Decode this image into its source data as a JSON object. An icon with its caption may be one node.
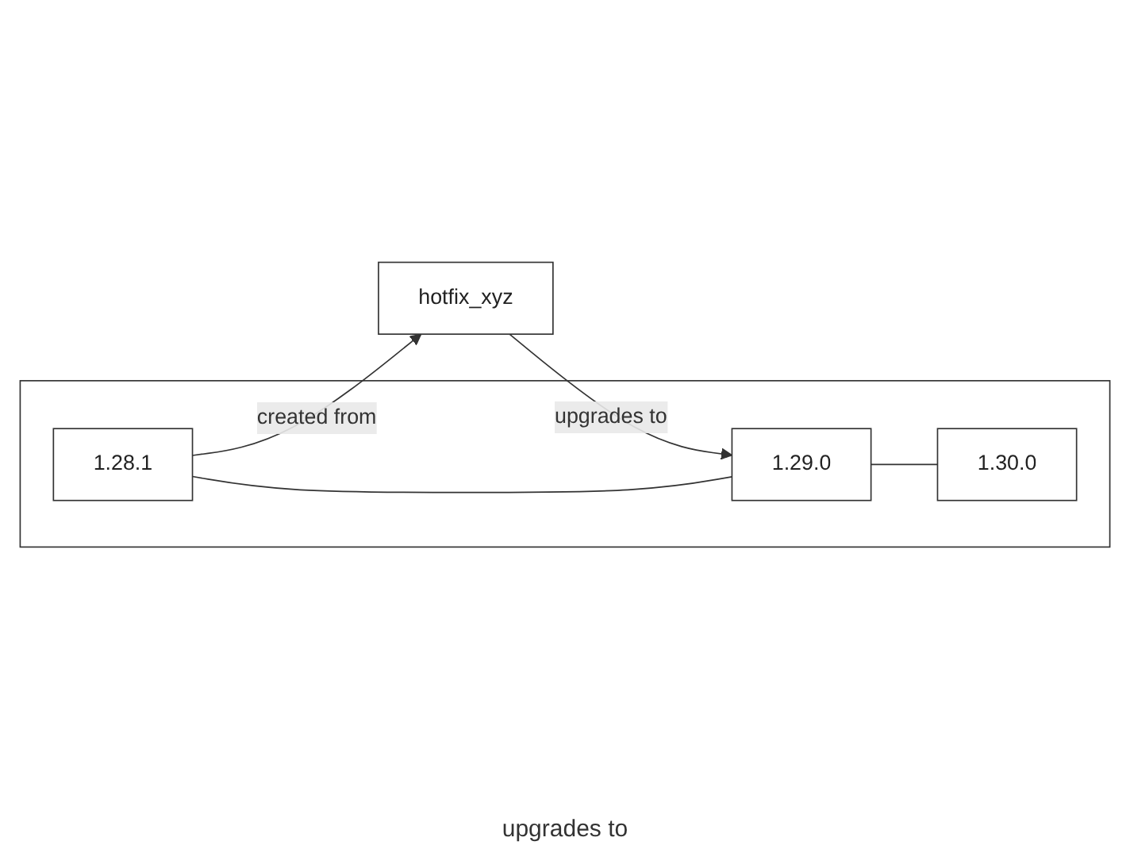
{
  "diagram": {
    "nodes": [
      {
        "text": [],
        "shape": "box"
      },
      {
        "text": [
          "1.28.1"
        ],
        "in": 0
      },
      {
        "text": [
          "hotfix_xyz"
        ]
      },
      {
        "text": [
          "1.29.0"
        ],
        "in": 0
      },
      {
        "text": [
          "1.30.0"
        ],
        "in": 0
      }
    ],
    "edges": [
      {
        "from": 1,
        "to": 2,
        "arrow": "to",
        "label": "created from"
      },
      {
        "from": 2,
        "to": 3,
        "arrow": "to",
        "label": "upgrades to"
      },
      {
        "from": 1,
        "to": 3,
        "arrow": "none"
      },
      {
        "from": 3,
        "to": 4,
        "arrow": "none"
      }
    ],
    "labels": [
      "upgrades to"
    ]
  }
}
